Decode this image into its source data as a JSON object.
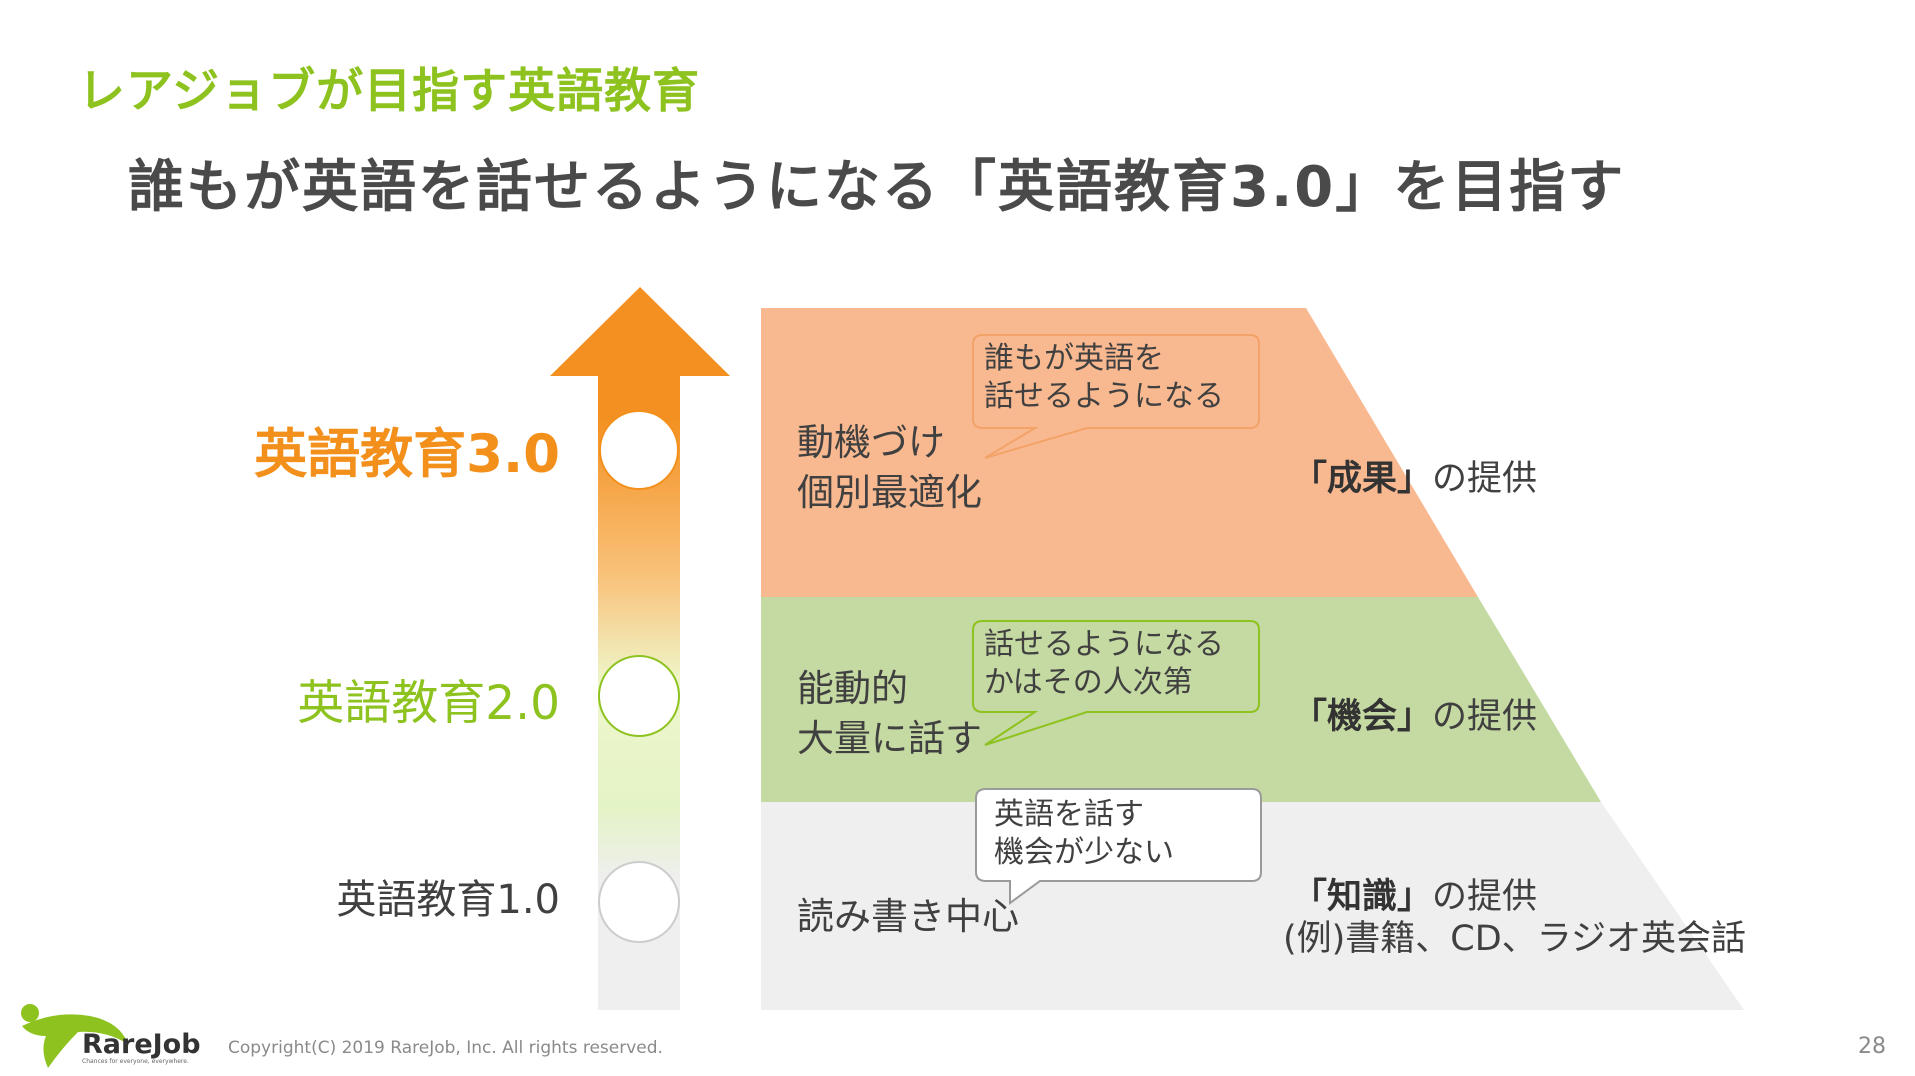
{
  "section_title": "レアジョブが目指す英語教育",
  "main_heading": "誰もが英語を話せるようになる「英語教育3.0」を目指す",
  "levels": {
    "v3": "英語教育3.0",
    "v2": "英語教育2.0",
    "v1": "英語教育1.0"
  },
  "tiers": {
    "t3": {
      "line1": "動機づけ",
      "line2": "個別最適化",
      "bubble1": "誰もが英語を",
      "bubble2": "話せるようになる",
      "bracket_open": "「",
      "keyword": "成果",
      "bracket_close": "」",
      "suffix": "の提供"
    },
    "t2": {
      "line1": "能動的",
      "line2": "大量に話す",
      "bubble1": "話せるようになる",
      "bubble2": "かはその人次第",
      "bracket_open": "「",
      "keyword": "機会",
      "bracket_close": "」",
      "suffix": "の提供"
    },
    "t1": {
      "line1": "読み書き中心",
      "bubble1": "英語を話す",
      "bubble2": "機会が少ない",
      "bracket_open": "「",
      "keyword": "知識",
      "bracket_close": "」",
      "suffix": "の提供",
      "example": "(例)書籍、CD、ラジオ英会話"
    }
  },
  "footer": {
    "logo": "RareJob",
    "tagline": "Chances for everyone, everywhere.",
    "copyright": "Copyright(C) 2019 RareJob, Inc. All rights reserved.",
    "page": "28"
  },
  "colors": {
    "green": "#8dc21f",
    "orange": "#f3901c",
    "tier3": "#f9b990",
    "tier2": "#c5d9a2",
    "tier1": "#efefef"
  }
}
